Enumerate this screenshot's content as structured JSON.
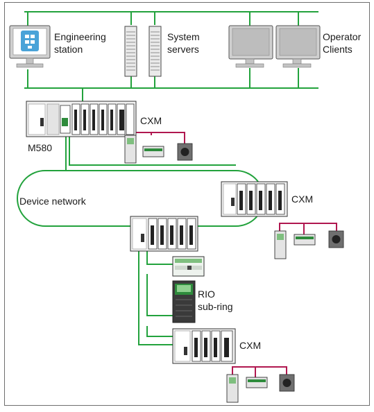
{
  "labels": {
    "engineering_station": [
      "Engineering",
      "station"
    ],
    "system_servers": [
      "System",
      "servers"
    ],
    "operator_clients": [
      "Operator",
      "Clients"
    ],
    "m580": "M580",
    "cxm_top": "CXM",
    "cxm_right": "CXM",
    "cxm_bottom": "CXM",
    "device_network": "Device network",
    "rio_sub_ring": [
      "RIO",
      "sub-ring"
    ]
  },
  "colors": {
    "network_green": "#22a23c",
    "fieldbus_red": "#b0174f",
    "device_gray": "#e4e4e4",
    "outline": "#333333",
    "frame": "#6e6e6e",
    "monitor_screen": "#4aa3d8",
    "module_green": "#2e8b3c"
  }
}
